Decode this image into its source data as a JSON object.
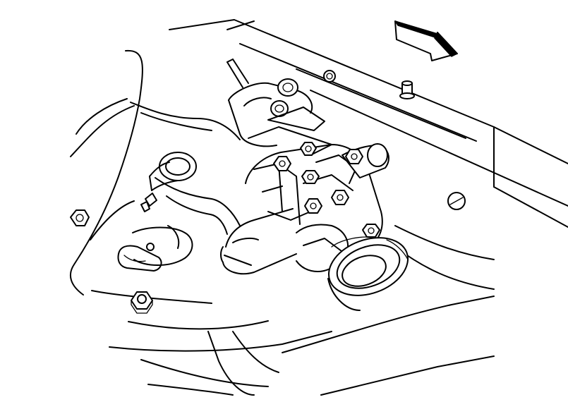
{
  "diagram": {
    "type": "technical-line-drawing",
    "colors": {
      "line": "#000000",
      "background": "#ffffff"
    },
    "components": [
      "frame-rail",
      "steering-gear",
      "pitman-arm",
      "tie-rod-end",
      "mounting-bolts",
      "direction-arrow"
    ]
  }
}
